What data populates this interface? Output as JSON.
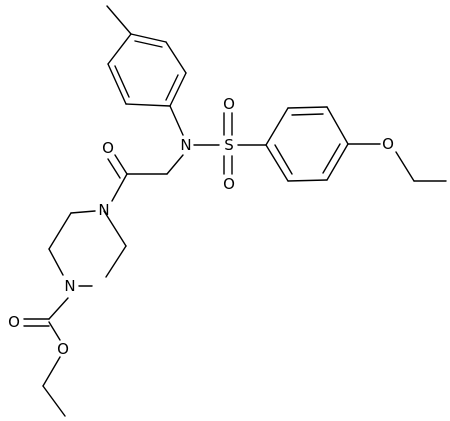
{
  "molecule": {
    "atom_labels": {
      "n_piperazine_top": "N",
      "n_piperazine_bottom": "N",
      "n_sulfonamide": "N",
      "sulfur": "S",
      "o_sulfonyl_top": "O",
      "o_sulfonyl_bottom": "O",
      "o_ketone": "O",
      "o_ether": "O",
      "o_carbamate_carbonyl": "O",
      "o_carbamate_ester": "O"
    },
    "colors": {
      "bond": "#000000",
      "label": "#000000",
      "background": "#ffffff"
    }
  }
}
